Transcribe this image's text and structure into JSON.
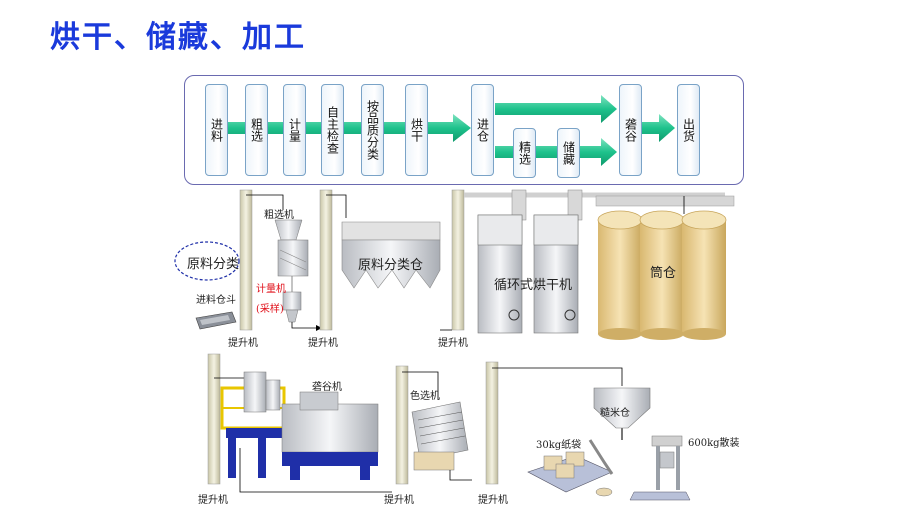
{
  "title": "烘干、储藏、加工",
  "flow": {
    "steps": [
      "进料",
      "粗选",
      "计量",
      "自主检查",
      "按品质分类",
      "烘干",
      "进仓",
      "精选",
      "储藏",
      "砻谷",
      "出货"
    ]
  },
  "labels": {
    "raw_sort": "原料分类",
    "intake_hopper": "进料仓斗",
    "coarse_selector": "粗选机",
    "metering": "计量机",
    "sampling": "(采样)",
    "elevator": "提升机",
    "raw_bin": "原料分类仓",
    "dryer": "循环式烘干机",
    "silo": "筒仓",
    "huller": "砻谷机",
    "color_sorter": "色选机",
    "brown_rice_bin": "糙米仓",
    "bag_30": "30kg纸袋",
    "bulk_600": "600kg散装"
  },
  "colors": {
    "title": "#1a3adb",
    "arrow": "#1ec28c",
    "frame": "#6a6ab0",
    "machine_blue": "#1f2fa8",
    "silo": "#e8cc8a"
  }
}
